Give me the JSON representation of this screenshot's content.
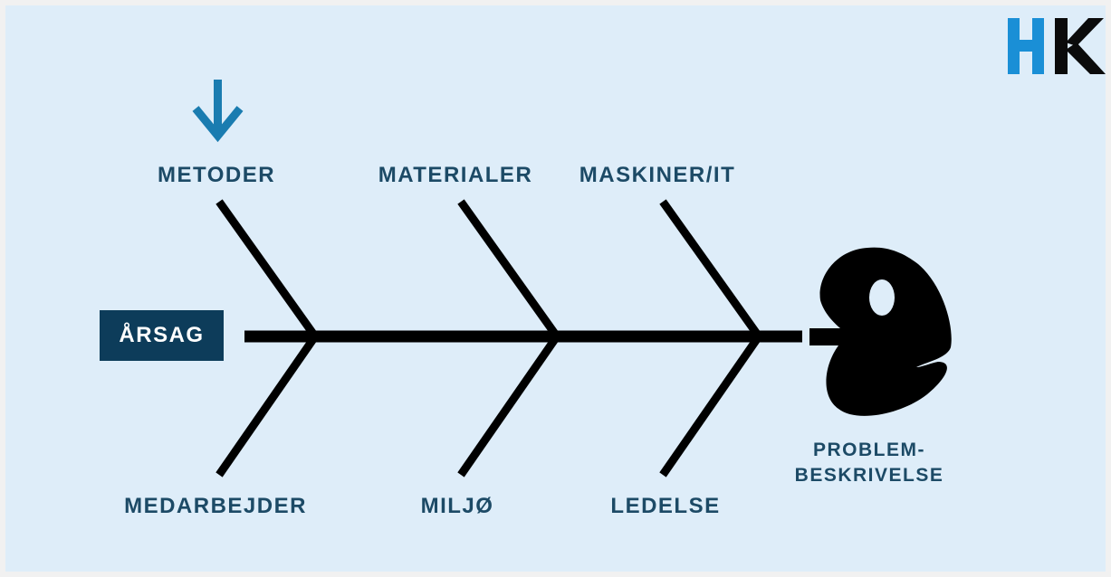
{
  "logo": {
    "text": "HK",
    "colors": {
      "h": "#1a8fd6",
      "k": "#0b0b0b"
    }
  },
  "cause_label": "ÅRSAG",
  "categories": {
    "top": [
      "METODER",
      "MATERIALER",
      "MASKINER/IT"
    ],
    "bottom": [
      "MEDARBEJDER",
      "MILJØ",
      "LEDELSE"
    ]
  },
  "head": {
    "line1": "PROBLEM-",
    "line2": "BESKRIVELSE"
  },
  "highlight_icon": "arrow-down-icon",
  "colors": {
    "background": "#deedf9",
    "text": "#1c4a66",
    "box": "#0d3c5a",
    "bones": "#000000",
    "arrow": "#1a7cb0"
  }
}
